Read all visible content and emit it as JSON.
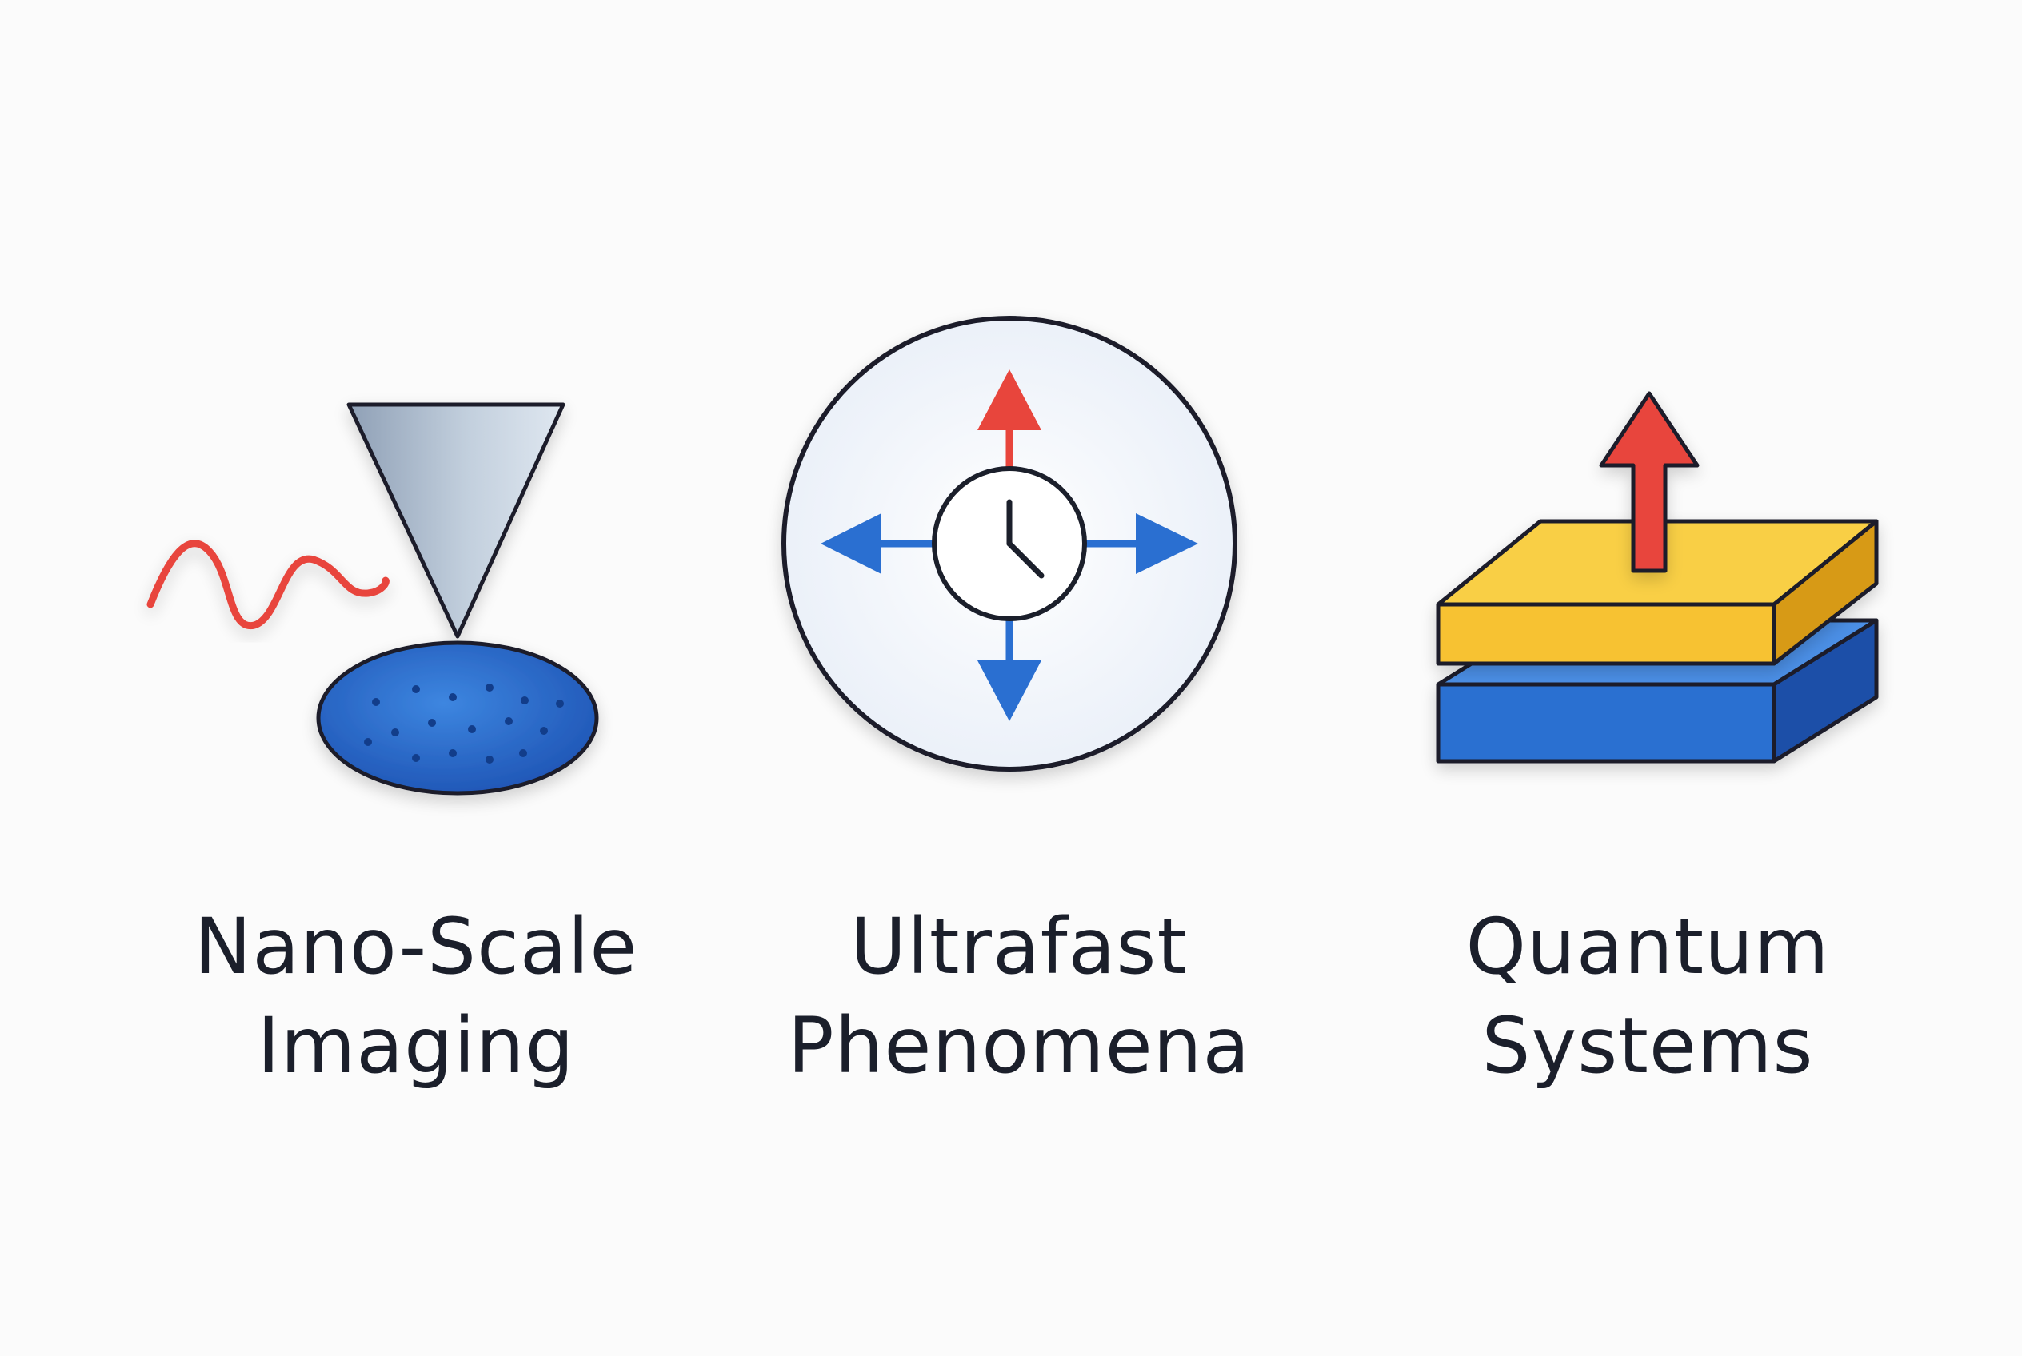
{
  "panels": [
    {
      "id": "nano-scale-imaging",
      "icon": "probe-tip-over-sample-icon",
      "label_lines": [
        "Nano-Scale",
        "Imaging"
      ]
    },
    {
      "id": "ultrafast-phenomena",
      "icon": "clock-with-arrows-icon",
      "label_lines": [
        "Ultrafast",
        "Phenomena"
      ]
    },
    {
      "id": "quantum-systems",
      "icon": "stacked-layers-arrow-icon",
      "label_lines": [
        "Quantum",
        "Systems"
      ]
    }
  ],
  "colors": {
    "background": "#fbfbfb",
    "outline": "#1b1f2b",
    "red": "#e8453c",
    "blue": "#2a6fd1",
    "yellow": "#f7c230",
    "probe_gray": "#b7c6d8"
  }
}
